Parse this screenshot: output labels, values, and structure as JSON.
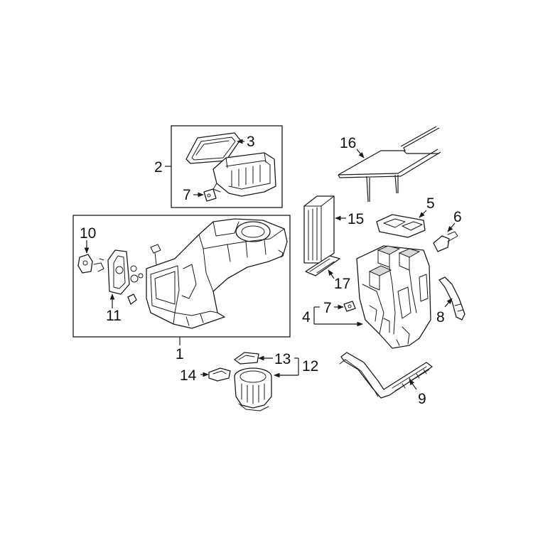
{
  "diagram": {
    "callouts": {
      "c1": "1",
      "c2": "2",
      "c3": "3",
      "c4": "4",
      "c5": "5",
      "c6": "6",
      "c7a": "7",
      "c7b": "7",
      "c8": "8",
      "c9": "9",
      "c10": "10",
      "c11": "11",
      "c12": "12",
      "c13": "13",
      "c14": "14",
      "c15": "15",
      "c16": "16",
      "c17": "17"
    }
  }
}
